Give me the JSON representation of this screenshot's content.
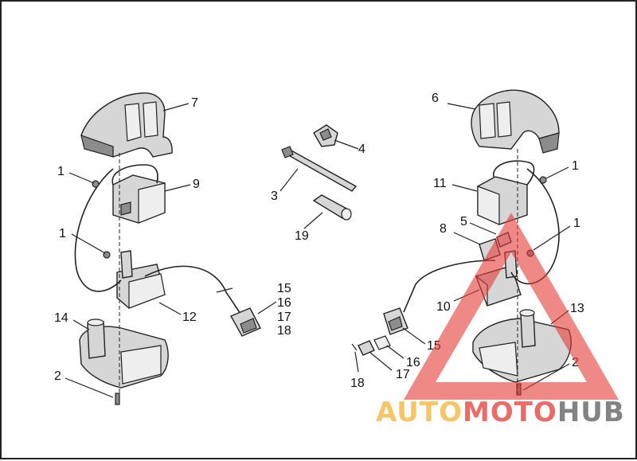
{
  "diagram": {
    "callouts_left": [
      "1",
      "1",
      "2",
      "7",
      "9",
      "12",
      "14",
      "15",
      "16",
      "17",
      "18"
    ],
    "callouts_center": [
      "3",
      "4",
      "19"
    ],
    "callouts_right": [
      "1",
      "1",
      "2",
      "5",
      "6",
      "8",
      "10",
      "11",
      "13",
      "15",
      "16",
      "17",
      "18"
    ]
  },
  "watermark": {
    "word_auto": "AUTO",
    "word_moto": "MOTO",
    "word_hub": "HUB",
    "colors": {
      "auto": "#f2b233",
      "moto": "#e23b36",
      "hub": "#5a5a5a",
      "triangle": "#e23b36"
    }
  },
  "footer": {
    "text": ""
  }
}
